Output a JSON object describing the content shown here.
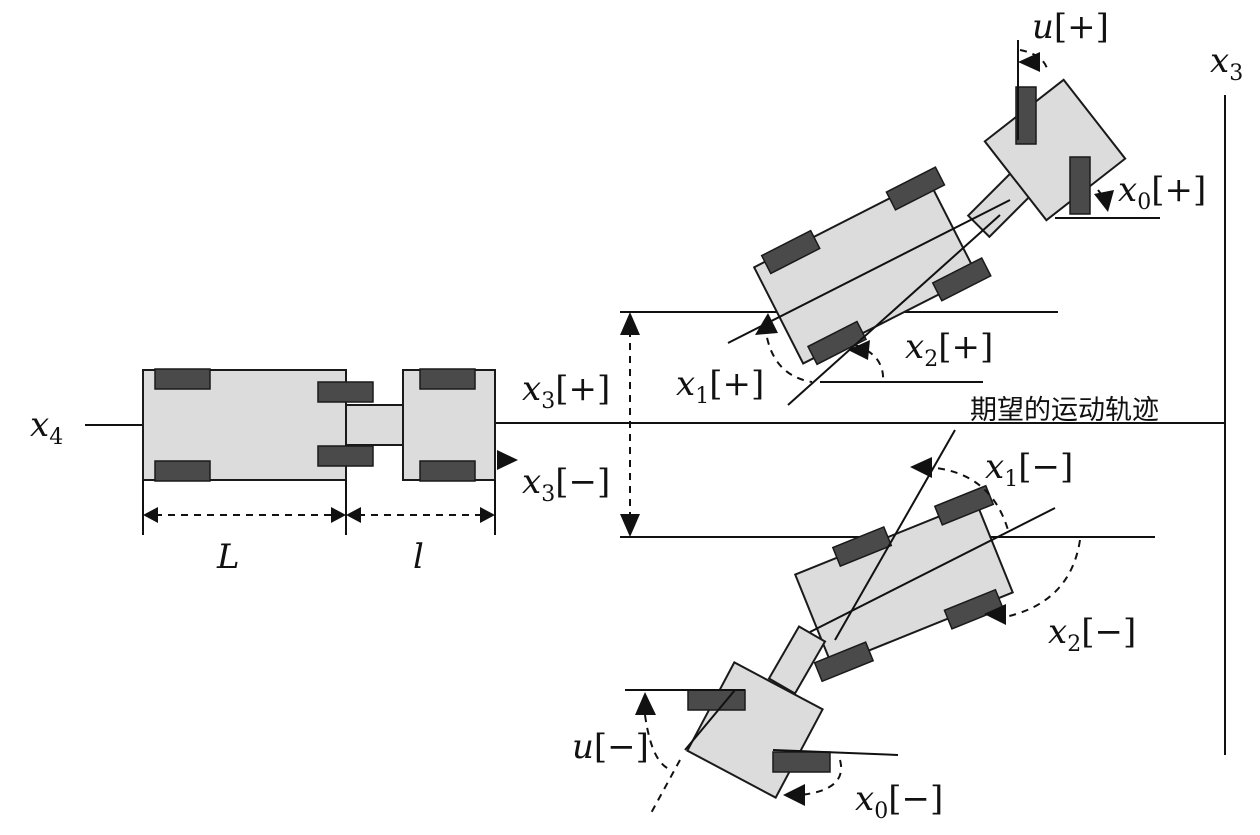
{
  "labels": {
    "x4": {
      "sym": "x",
      "sub": "4"
    },
    "x3_axis": {
      "sym": "x",
      "sub": "3"
    },
    "L": "L",
    "l": "l",
    "x3_plus": {
      "sym": "x",
      "sub": "3",
      "sign": "[+]"
    },
    "x3_minus": {
      "sym": "x",
      "sub": "3",
      "sign": "[−]"
    },
    "x1_plus": {
      "sym": "x",
      "sub": "1",
      "sign": "[+]"
    },
    "x2_plus": {
      "sym": "x",
      "sub": "2",
      "sign": "[+]"
    },
    "x0_plus": {
      "sym": "x",
      "sub": "0",
      "sign": "[+]"
    },
    "u_plus": {
      "sym": "u",
      "sign": "[+]"
    },
    "x1_minus": {
      "sym": "x",
      "sub": "1",
      "sign": "[−]"
    },
    "x2_minus": {
      "sym": "x",
      "sub": "2",
      "sign": "[−]"
    },
    "x0_minus": {
      "sym": "x",
      "sub": "0",
      "sign": "[−]"
    },
    "u_minus": {
      "sym": "u",
      "sign": "[−]"
    },
    "desired_path": "期望的运动轨迹"
  }
}
